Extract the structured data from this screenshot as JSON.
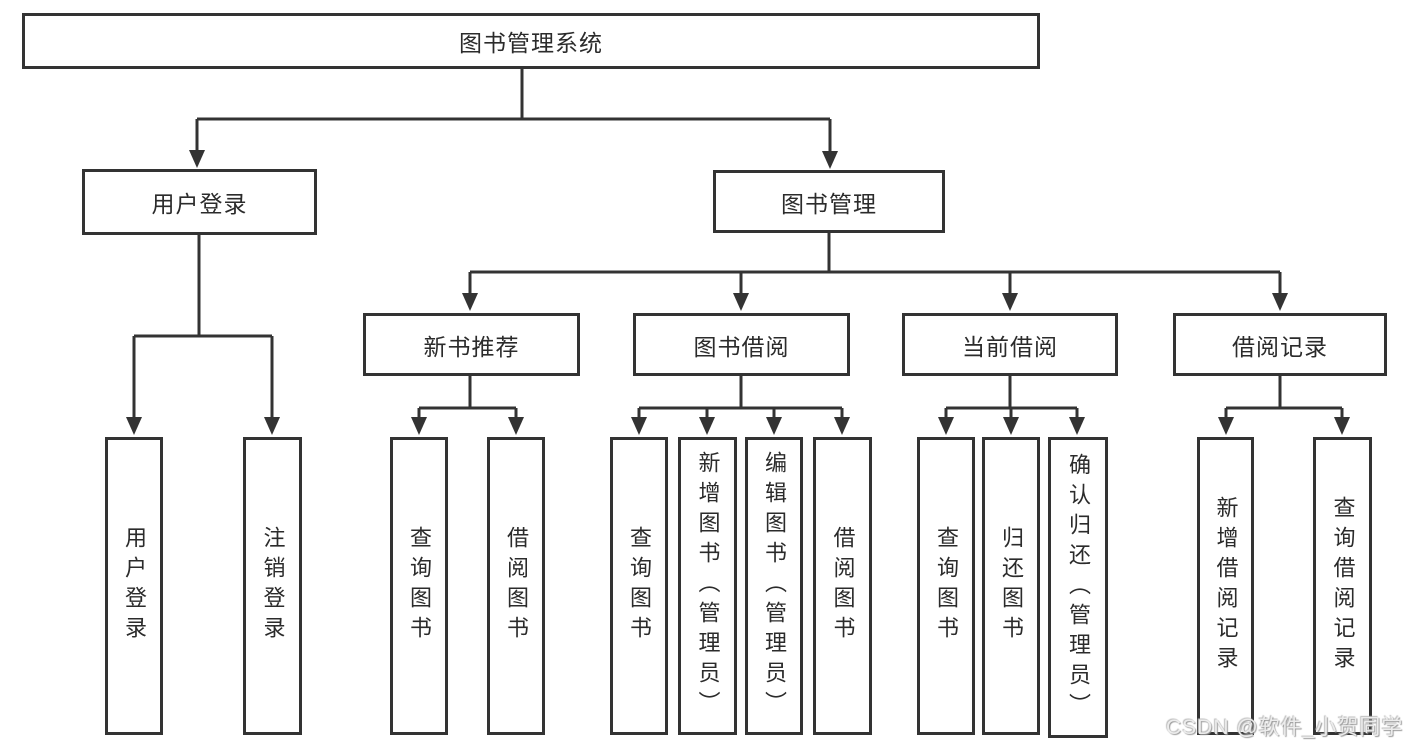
{
  "colors": {
    "line": "#333333",
    "box_border": "#333333",
    "box_background": "#ffffff",
    "text": "#2b2b2b",
    "watermark": "#c9c9c9"
  },
  "watermark": {
    "text": "CSDN @软件_小贺同学"
  },
  "tree": {
    "root": "图书管理系统",
    "branches": [
      {
        "label": "用户登录",
        "children": [
          "用户登录",
          "注销登录"
        ]
      },
      {
        "label": "图书管理",
        "groups": [
          {
            "label": "新书推荐",
            "children": [
              "查询图书",
              "借阅图书"
            ]
          },
          {
            "label": "图书借阅",
            "children": [
              "查询图书",
              "新增图书（管理员）",
              "编辑图书（管理员）",
              "借阅图书"
            ]
          },
          {
            "label": "当前借阅",
            "children": [
              "查询图书",
              "归还图书",
              "确认归还（管理员）"
            ]
          },
          {
            "label": "借阅记录",
            "children": [
              "新增借阅记录",
              "查询借阅记录"
            ]
          }
        ]
      }
    ]
  }
}
